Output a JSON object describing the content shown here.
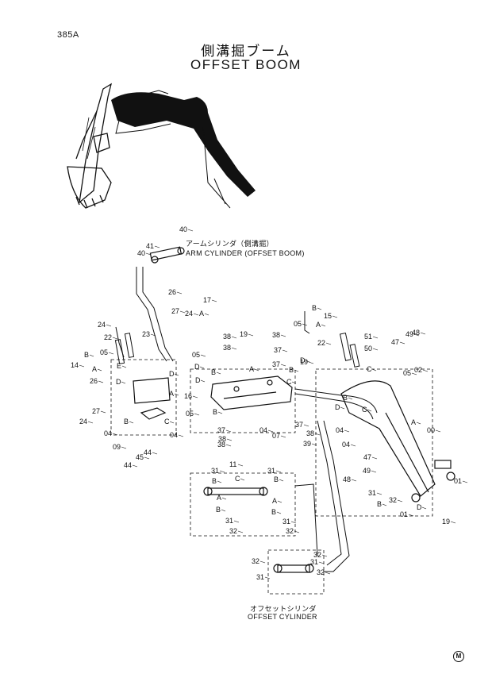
{
  "page_number": "385A",
  "title_jp": "側溝掘ブーム",
  "title_en": "OFFSET BOOM",
  "callouts": {
    "arm_cylinder_jp": "アームシリンダ（側溝掘）",
    "arm_cylinder_en": "ARM CYLINDER (OFFSET BOOM)",
    "offset_cylinder_jp": "オフセットシリンダ",
    "offset_cylinder_en": "OFFSET CYLINDER"
  },
  "part_labels": [
    "40",
    "41",
    "40",
    "26",
    "17",
    "A",
    "27",
    "24",
    "24",
    "22",
    "23",
    "B",
    "14",
    "05",
    "A",
    "E",
    "D",
    "26",
    "A",
    "D",
    "27",
    "24",
    "B",
    "16",
    "05",
    "04",
    "C",
    "04",
    "09",
    "45",
    "44",
    "44",
    "38",
    "38",
    "05",
    "19",
    "38",
    "37",
    "37",
    "A",
    "D",
    "B",
    "D",
    "19",
    "B",
    "D",
    "C",
    "B",
    "37",
    "38",
    "37",
    "38",
    "39",
    "04",
    "07",
    "38",
    "15",
    "B",
    "A",
    "05",
    "22",
    "51",
    "50",
    "47",
    "49",
    "48",
    "C",
    "05",
    "02",
    "04",
    "D",
    "C",
    "B",
    "04",
    "47",
    "A",
    "00",
    "49",
    "48",
    "31",
    "32",
    "B",
    "D",
    "01",
    "01",
    "19",
    "11",
    "31",
    "31",
    "C",
    "B",
    "B",
    "A",
    "A",
    "B",
    "B",
    "31",
    "31",
    "32",
    "32",
    "32",
    "32",
    "31",
    "31",
    "32"
  ],
  "logo_text": "M"
}
